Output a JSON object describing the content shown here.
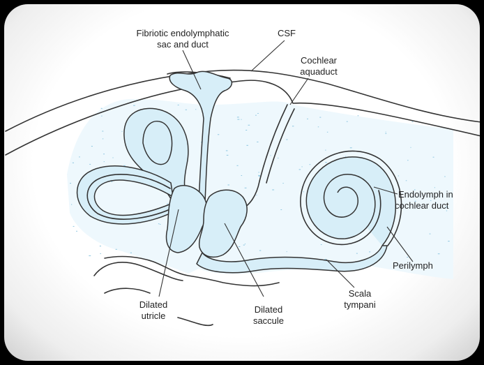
{
  "labels": {
    "sac": [
      "Fibriotic endolymphatic",
      "sac and duct"
    ],
    "csf": "CSF",
    "aqueduct": [
      "Cochlear",
      "aquaduct"
    ],
    "endolymph": [
      "Endolymph in",
      "cochlear duct"
    ],
    "perilymph": "Perilymph",
    "scala": [
      "Scala",
      "tympani"
    ],
    "utricle": [
      "Dilated",
      "utricle"
    ],
    "saccule": [
      "Dilated",
      "saccule"
    ]
  },
  "colors": {
    "fluid": "#d7eef8",
    "perilymph_bg": "#eef8fd",
    "speckle": "#8fc7e0",
    "line": "#333333"
  }
}
